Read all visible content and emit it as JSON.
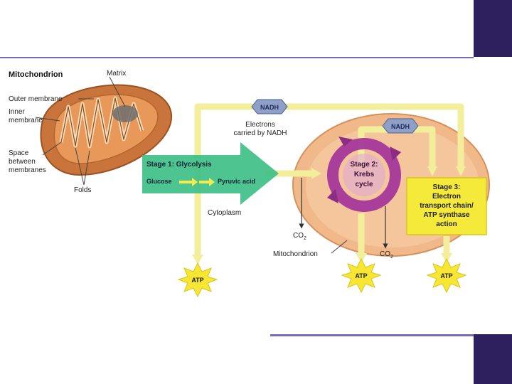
{
  "colors": {
    "accent_dark": "#2e1f5e",
    "accent_light": "#7a68b8",
    "mito_outer": "#c8743a",
    "mito_inner": "#e89858",
    "cytoplasm": "#f1b88a",
    "glycolysis": "#3fbf88",
    "krebs": "#a4389a",
    "etc_box": "#f5e93a",
    "arrow": "#f2ee9c",
    "nadh": "#8fa0c8",
    "atp": "#f7e733"
  },
  "diagram": {
    "mito_labels": {
      "title": "Mitochondrion",
      "matrix": "Matrix",
      "outer": "Outer membrane",
      "inner_1": "Inner",
      "inner_2": "membrane",
      "space_1": "Space",
      "space_2": "between",
      "space_3": "membranes",
      "folds": "Folds"
    },
    "nadh_1": "NADH",
    "nadh_2": "NADH",
    "electrons_1": "Electrons",
    "electrons_2": "carried by NADH",
    "stage1_title": "Stage 1: Glycolysis",
    "glucose": "Glucose",
    "pyruvic": "Pyruvic acid",
    "cytoplasm": "Cytoplasm",
    "stage2_1": "Stage 2:",
    "stage2_2": "Krebs",
    "stage2_3": "cycle",
    "stage3_1": "Stage 3:",
    "stage3_2": "Electron",
    "stage3_3": "transport chain/",
    "stage3_4": "ATP synthase",
    "stage3_5": "action",
    "co2_1": "CO",
    "co2_2": "CO",
    "co2_sub": "2",
    "mitochondrion_label": "Mitochondrion",
    "atp_1": "ATP",
    "atp_2": "ATP",
    "atp_3": "ATP"
  }
}
